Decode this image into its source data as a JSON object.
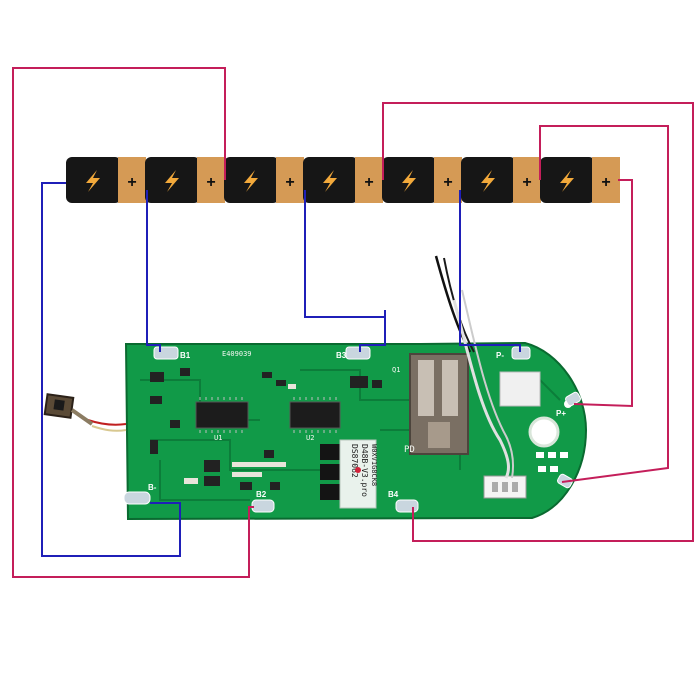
{
  "colors": {
    "positive_wire": "#c41e5a",
    "negative_wire": "#1f1fb8",
    "pcb_green": "#119a48",
    "pcb_dark": "#0b6e33",
    "cell_black": "#161616",
    "cell_copper": "#d59a55",
    "bolt": "#f2a93b"
  },
  "cells": [
    {
      "plus": "+"
    },
    {
      "plus": "+"
    },
    {
      "plus": "+"
    },
    {
      "plus": "+"
    },
    {
      "plus": "+"
    },
    {
      "plus": "+"
    },
    {
      "plus": "+"
    }
  ],
  "board": {
    "pads": {
      "b1": "B1",
      "b2": "B2",
      "b3": "B3",
      "b4": "B4",
      "b_minus": "B-",
      "p_plus": "P+",
      "p_minus": "P-"
    },
    "silkscreen": {
      "code_top": "E409039",
      "model": "DS87062",
      "model_sub": "D48B-V3.pro",
      "serial": "W0XV1G8CK8",
      "pd": "PD",
      "s1": "Q1",
      "u1": "U1",
      "u2": "U2"
    }
  }
}
